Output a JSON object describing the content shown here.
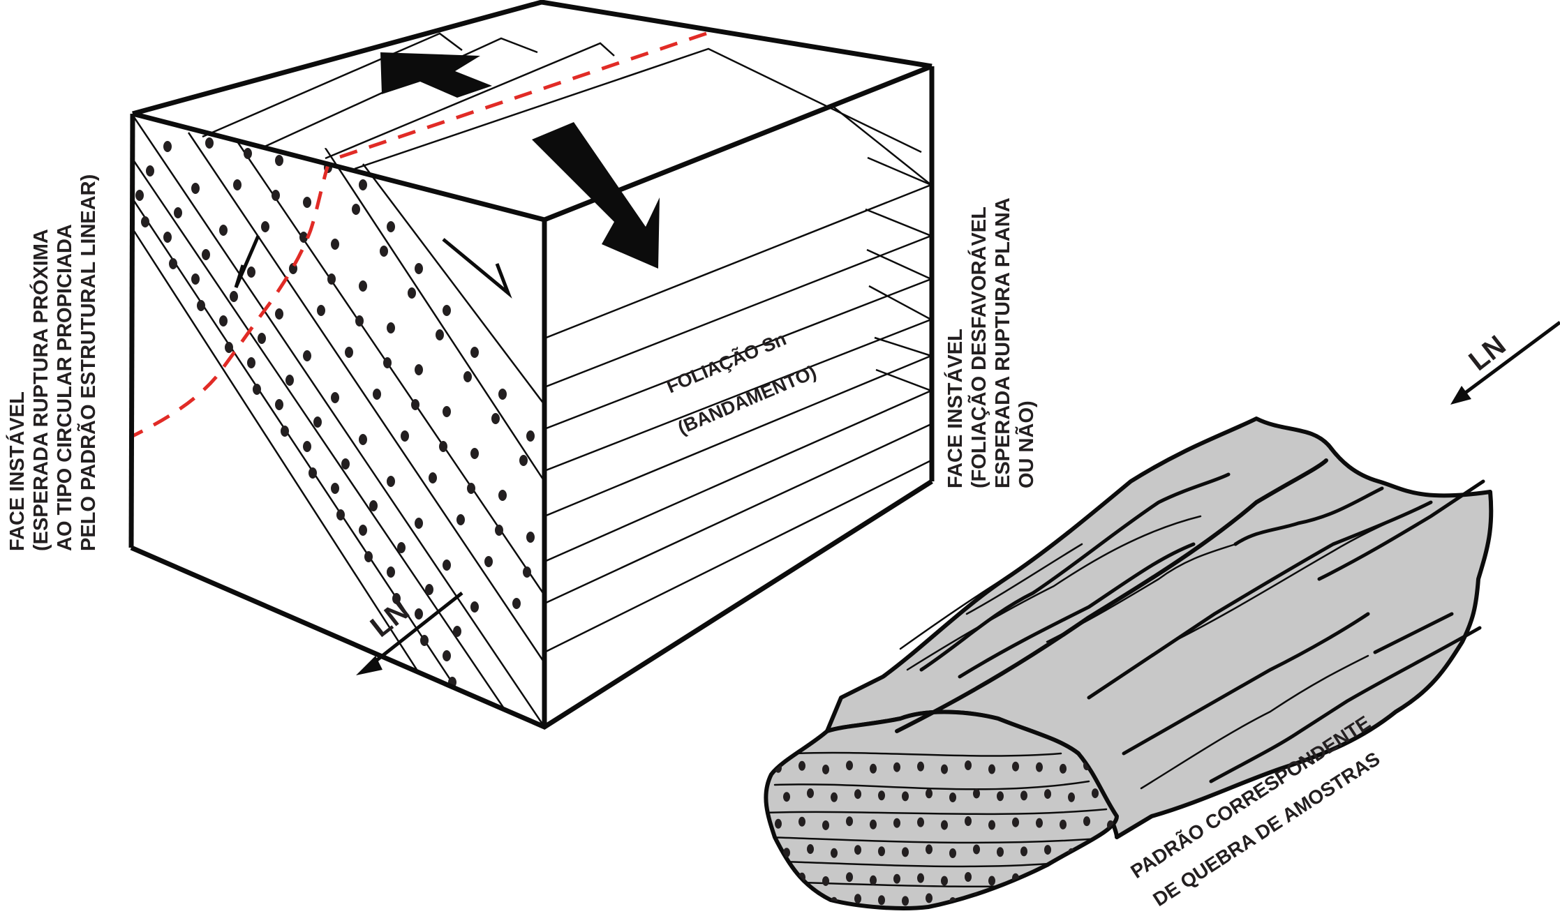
{
  "diagram": {
    "colors": {
      "outline": "#0c0c0c",
      "failure_surface": "#e12b26",
      "rock_fill": "#c8c8c8",
      "text": "#231f20"
    },
    "left_face_label": {
      "lines": [
        "FACE INSTÁVEL",
        "(ESPERADA RUPTURA PRÓXIMA",
        "AO TIPO CIRCULAR PROPICIADA",
        "PELO PADRÃO ESTRUTURAL LINEAR)"
      ]
    },
    "right_face_label": {
      "lines": [
        "FACE INSTÁVEL",
        "(FOLIAÇÃO DESFAVORÁVEL",
        "ESPERADA RUPTURA PLANA",
        "OU NÃO)"
      ]
    },
    "foliation_label": {
      "line1": "FOLIAÇÃO  Sn",
      "line2": "(BANDAMENTO)"
    },
    "lineation_label_block": "LN",
    "lineation_label_sample": "LN",
    "sample_label": {
      "line1": "PADRÃO CORRESPONDENTE",
      "line2": "DE QUEBRA DE AMOSTRAS"
    }
  }
}
